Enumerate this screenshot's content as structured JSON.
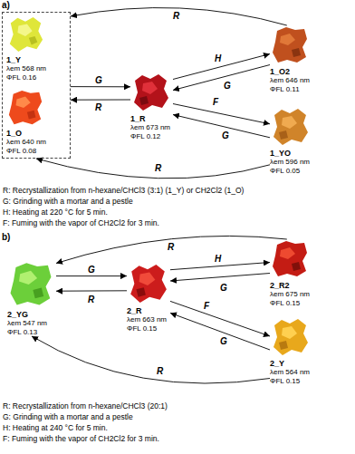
{
  "diagram": {
    "nodes": [
      {
        "text": []
      },
      {
        "text": [
          "1_Y",
          "λem 568 nm",
          "ΦFL 0.16"
        ],
        "in": 0
      },
      {
        "text": [
          "1_O",
          "λem 640 nm",
          "ΦFL 0.08"
        ],
        "in": 0
      },
      {
        "text": [
          "1_R",
          "λem 673 nm",
          "ΦFL 0.12"
        ]
      },
      {
        "text": [
          "1_O2",
          "λem 646 nm",
          "ΦFL 0.11"
        ]
      },
      {
        "text": [
          "1_YO",
          "λem 596 nm",
          "ΦFL 0.05"
        ]
      },
      {
        "text": [
          "2_YG",
          "λem 547 nm",
          "ΦFL 0.13"
        ]
      },
      {
        "text": [
          "2_R",
          "λem 663 nm",
          "ΦFL 0.15"
        ]
      },
      {
        "text": [
          "2_R2",
          "λem 675 nm",
          "ΦFL 0.15"
        ]
      },
      {
        "text": [
          "2_Y",
          "λem 564 nm",
          "ΦFL 0.15"
        ]
      }
    ],
    "edges": [
      {
        "from": 4,
        "to": 0,
        "label": "R",
        "arrow": "to"
      },
      {
        "from": 0,
        "to": 3,
        "label": "G",
        "arrow": "to"
      },
      {
        "from": 3,
        "to": 0,
        "label": "R",
        "arrow": "to"
      },
      {
        "from": 3,
        "to": 4,
        "label": "H",
        "arrow": "to"
      },
      {
        "from": 4,
        "to": 3,
        "label": "G",
        "arrow": "to"
      },
      {
        "from": 3,
        "to": 5,
        "label": "F",
        "arrow": "to"
      },
      {
        "from": 5,
        "to": 3,
        "label": "G",
        "arrow": "to"
      },
      {
        "from": 5,
        "to": 0,
        "label": "R",
        "arrow": "to"
      },
      {
        "from": 8,
        "to": 6,
        "label": "R",
        "arrow": "to"
      },
      {
        "from": 6,
        "to": 7,
        "label": "G",
        "arrow": "to"
      },
      {
        "from": 7,
        "to": 6,
        "label": "R",
        "arrow": "to"
      },
      {
        "from": 7,
        "to": 8,
        "label": "H",
        "arrow": "to"
      },
      {
        "from": 8,
        "to": 7,
        "label": "G",
        "arrow": "to"
      },
      {
        "from": 7,
        "to": 9,
        "label": "F",
        "arrow": "to"
      },
      {
        "from": 9,
        "to": 7,
        "label": "G",
        "arrow": "to"
      },
      {
        "from": 9,
        "to": 6,
        "label": "R",
        "arrow": "to"
      }
    ],
    "labels": [
      "a)",
      "R: Recrystallization from n-hexane/CHCl3 (3:1) (1_Y) or CH2Cl2 (1_O)",
      "G: Grinding with a mortar and a pestle",
      "H: Heating at 220 °C for 5 min.",
      "F: Fuming with the vapor of CH2Cl2 for 3 min.",
      "b)",
      "R: Recrystallization from n-hexane/CHCl3 (20:1)",
      "G: Grinding with a mortar and a pestle",
      "H: Heating at 240 °C for 5 min.",
      "F: Fuming with the vapor of CH2Cl2 for 3 min."
    ]
  }
}
